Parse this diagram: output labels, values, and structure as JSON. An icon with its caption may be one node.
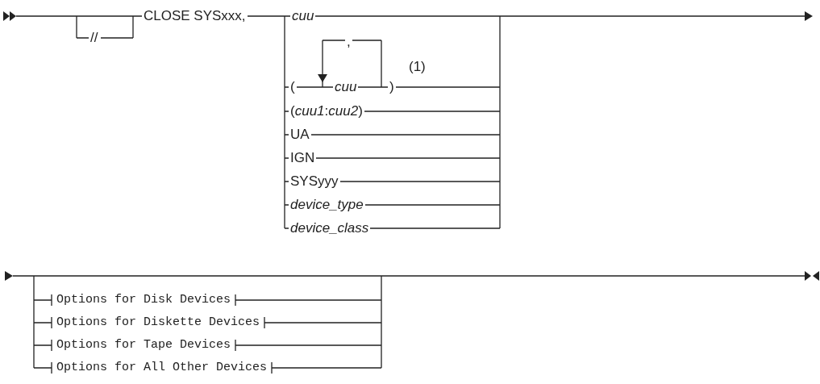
{
  "diagram": {
    "labels": [
      "CLOSE SYSxxx,",
      "//",
      "cuu",
      ",",
      "(1)",
      "(",
      "cuu",
      ")",
      "(*cuu1*:*cuu2*)",
      "UA",
      "IGN",
      "SYSyyy",
      "device_type",
      "device_class",
      "Options for Disk Devices",
      "Options for Diskette Devices",
      "Options for Tape Devices",
      "Options for All Other Devices"
    ]
  }
}
